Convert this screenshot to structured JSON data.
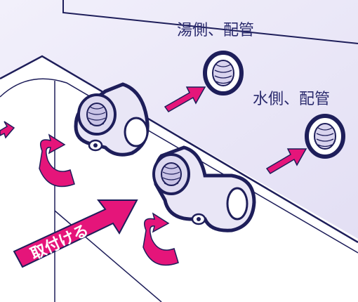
{
  "labels": {
    "hot_side": "湯側、配管",
    "cold_side": "水側、配管",
    "action": "取付ける"
  },
  "colors": {
    "wall": "#ebe8f7",
    "outline": "#1e1e5a",
    "part_fill": "#e9e6f6",
    "accent": "#e5157a",
    "text": "#2b2b6e"
  },
  "icons": {
    "rotate": "rotate-arrow-icon",
    "insert": "insert-arrow-icon"
  }
}
